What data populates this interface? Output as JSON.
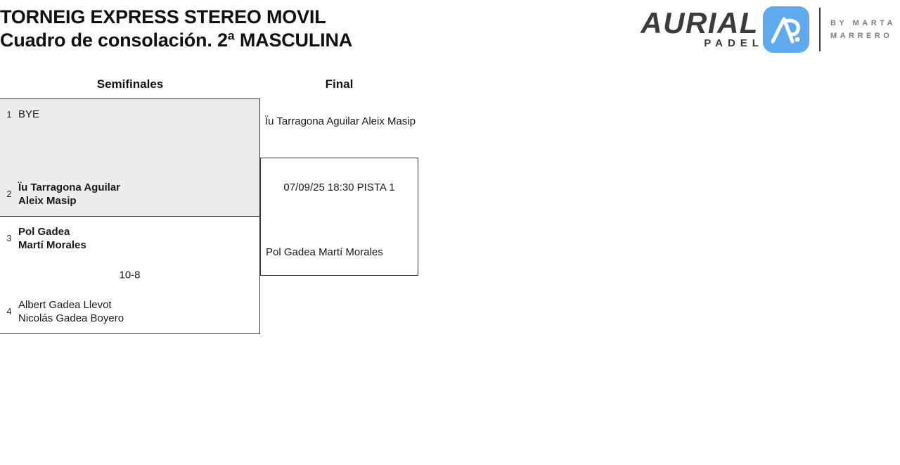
{
  "header": {
    "title_line1": "TORNEIG EXPRESS STEREO MOVIL",
    "title_line2": "Cuadro de consolación. 2ª MASCULINA"
  },
  "logo": {
    "wordmark": "AURIAL",
    "subword": "PADEL",
    "badge_icon": "aurial-monogram-icon",
    "byline_line1": "BY MARTA",
    "byline_line2": "MARRERO",
    "badge_color": "#5FA9EE",
    "text_color": "#3b3b3b",
    "byline_color": "#7d7d7d"
  },
  "bracket": {
    "rounds": [
      {
        "label": "Semifinales"
      },
      {
        "label": "Final"
      }
    ],
    "semifinals": [
      {
        "shaded": true,
        "top": {
          "seed": "1",
          "player1": "BYE",
          "player2": "",
          "winner": false
        },
        "bottom": {
          "seed": "2",
          "player1": "Ïu Tarragona Aguilar",
          "player2": "Aleix Masip",
          "winner": true
        },
        "score": ""
      },
      {
        "shaded": false,
        "top": {
          "seed": "3",
          "player1": "Pol Gadea",
          "player2": "Martí Morales",
          "winner": true
        },
        "bottom": {
          "seed": "4",
          "player1": "Albert Gadea Llevot",
          "player2": "Nicolás Gadea Boyero",
          "winner": false
        },
        "score": "10-8"
      }
    ],
    "final": {
      "top": {
        "player1": "Ïu Tarragona Aguilar",
        "player2": "Aleix Masip",
        "winner": false
      },
      "bottom": {
        "player1": "Pol Gadea",
        "player2": "Martí Morales",
        "winner": false
      },
      "schedule": "07/09/25 18:30 PISTA 1"
    }
  }
}
